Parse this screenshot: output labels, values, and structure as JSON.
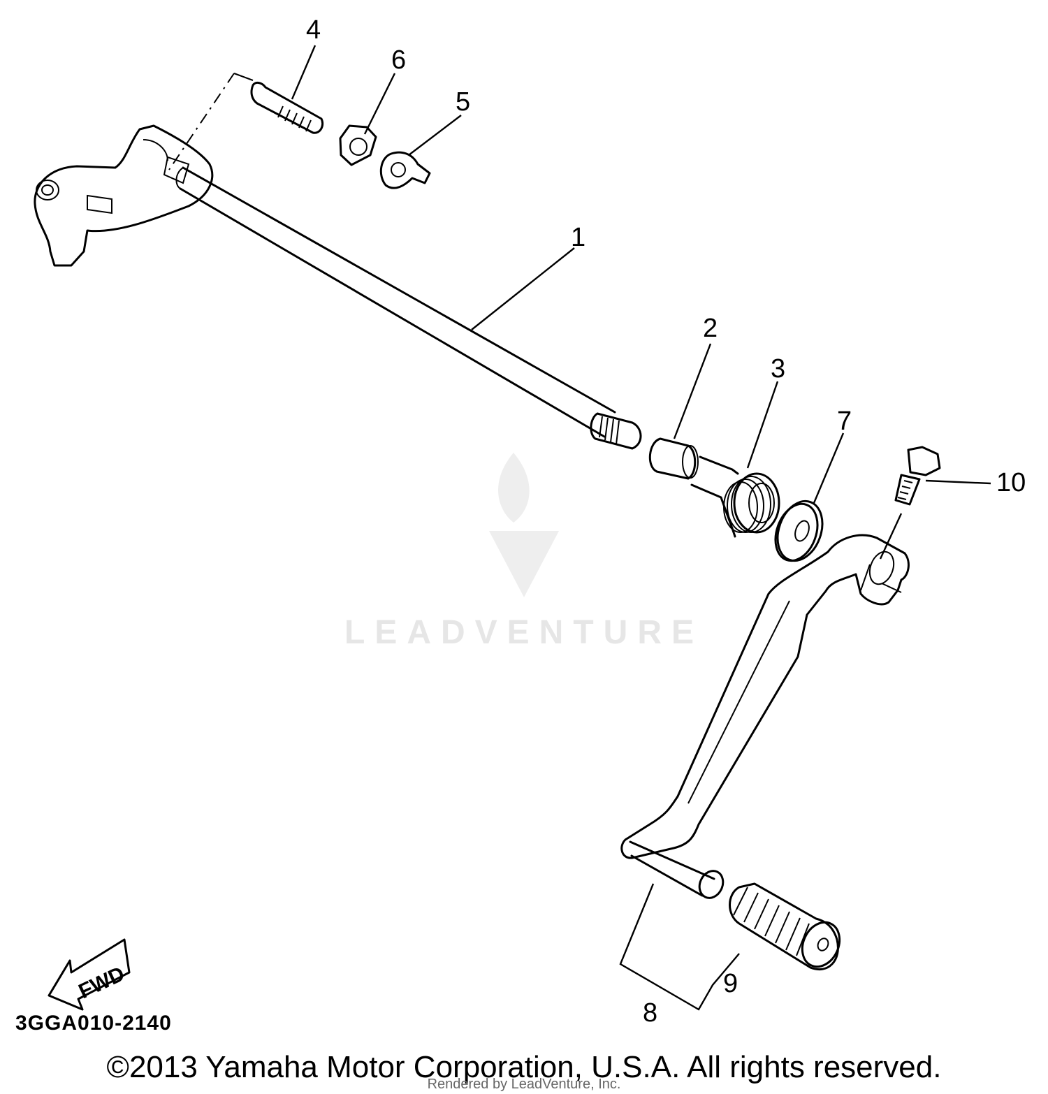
{
  "diagram": {
    "code": "3GGA010-2140",
    "direction_label": "FWD",
    "callouts": [
      "1",
      "2",
      "3",
      "4",
      "5",
      "6",
      "7",
      "8",
      "9",
      "10"
    ]
  },
  "watermark": {
    "brand": "LEADVENTURE"
  },
  "footer": {
    "copyright": "©2013 Yamaha Motor Corporation, U.S.A. All rights reserved.",
    "rendered_by": "Rendered by LeadVenture, Inc."
  }
}
